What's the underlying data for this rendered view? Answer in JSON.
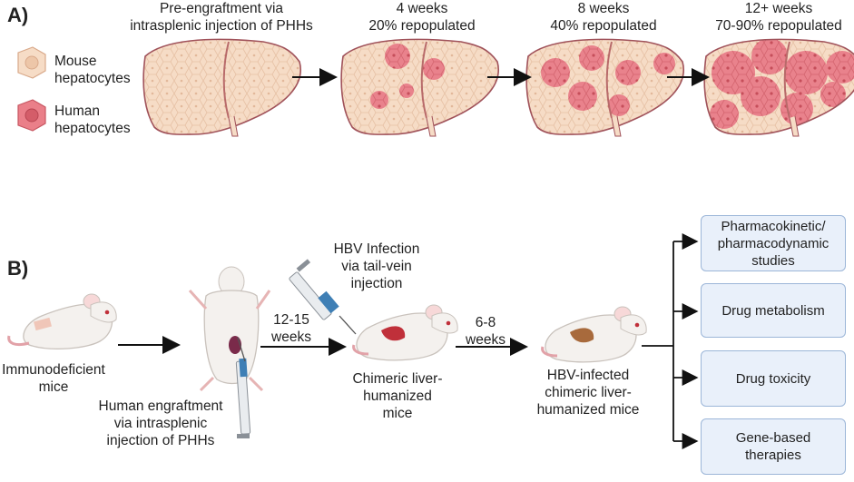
{
  "panel_a": {
    "label": "A)",
    "legend": [
      {
        "line1": "Mouse",
        "line2": "hepatocytes"
      },
      {
        "line1": "Human",
        "line2": "hepatocytes"
      }
    ],
    "stages": [
      {
        "line1": "Pre-engraftment via",
        "line2": "intrasplenic injection of PHHs"
      },
      {
        "line1": "4 weeks",
        "line2": "20% repopulated"
      },
      {
        "line1": "8 weeks",
        "line2": "40% repopulated"
      },
      {
        "line1": "12+ weeks",
        "line2": "70-90% repopulated"
      }
    ],
    "colors": {
      "mouse": "#f6dcc6",
      "human": "#e9828c",
      "outline": "#a0525a"
    }
  },
  "panel_b": {
    "label": "B)",
    "immunodeficient": {
      "line1": "Immunodeficient",
      "line2": "mice"
    },
    "engraftment": {
      "line1": "Human engraftment",
      "line2": "via intrasplenic",
      "line3": "injection of PHHs"
    },
    "time1": {
      "line1": "12-15",
      "line2": "weeks"
    },
    "hbv_infection": {
      "line1": "HBV Infection",
      "line2": "via tail-vein",
      "line3": "injection"
    },
    "chimeric": {
      "line1": "Chimeric liver-",
      "line2": "humanized",
      "line3": "mice"
    },
    "time2": {
      "line1": "6-8",
      "line2": "weeks"
    },
    "hbv_infected": {
      "line1": "HBV-infected",
      "line2": "chimeric liver-",
      "line3": "humanized mice"
    },
    "applications": [
      {
        "line1": "Pharmacokinetic/",
        "line2": "pharmacodynamic",
        "line3": "studies"
      },
      {
        "line1": "Drug metabolism"
      },
      {
        "line1": "Drug toxicity"
      },
      {
        "line1": "Gene-based",
        "line2": "therapies"
      }
    ],
    "colors": {
      "box_fill": "#e9f0fa",
      "box_border": "#9cb6d8"
    }
  }
}
